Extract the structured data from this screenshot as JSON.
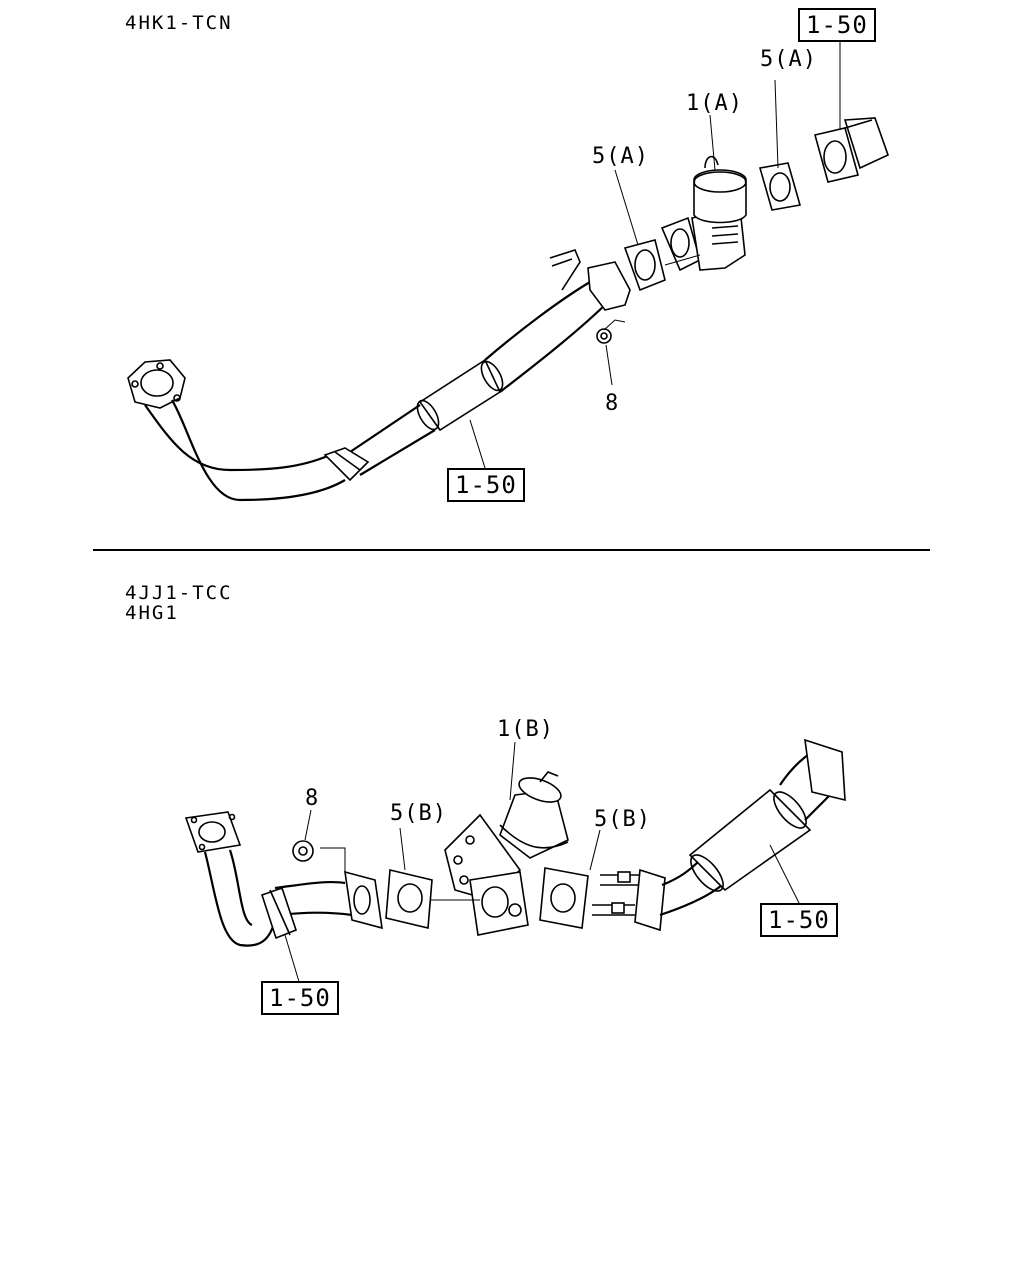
{
  "upper_section": {
    "engine_label": "4HK1-TCN",
    "callouts": {
      "part1": "1(A)",
      "gasket_left": "5(A)",
      "gasket_right": "5(A)",
      "nut": "8"
    },
    "refs": {
      "top_right": "1-50",
      "bottom": "1-50"
    }
  },
  "lower_section": {
    "engine_label_line1": "4JJ1-TCC",
    "engine_label_line2": "4HG1",
    "callouts": {
      "part1": "1(B)",
      "gasket_left": "5(B)",
      "gasket_right": "5(B)",
      "nut": "8"
    },
    "refs": {
      "left": "1-50",
      "right": "1-50"
    }
  }
}
